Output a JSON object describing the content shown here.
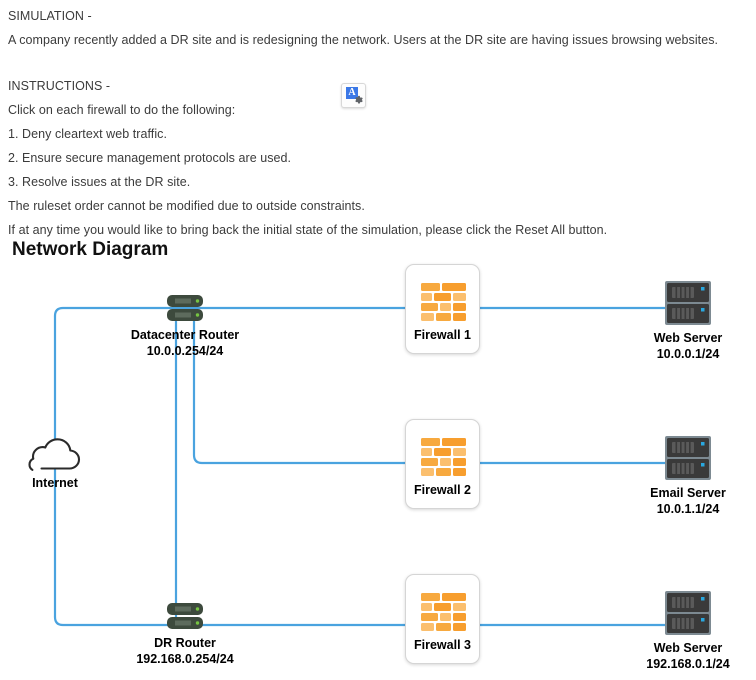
{
  "intro": {
    "simulation_heading": "SIMULATION -",
    "simulation_body": "A company recently added a DR site and is redesigning the network. Users at the DR site are having issues browsing websites.",
    "instructions_heading": "INSTRUCTIONS -",
    "instruction_lead": "Click on each firewall to do the following:",
    "steps": [
      "1. Deny cleartext web traffic.",
      "2. Ensure secure management protocols are used.",
      "3. Resolve issues at the DR site."
    ],
    "note_order": "The ruleset order cannot be modified due to outside constraints.",
    "note_reset": "If at any time you would like to bring back the initial state of the simulation, please click the Reset All button.",
    "language_icon": "translate-icon",
    "language_icon_letter": "A"
  },
  "diagram": {
    "title": "Network Diagram",
    "colors": {
      "wire": "#4aa3df",
      "brick": "#f5a23c",
      "brick_light": "#fbc26b",
      "server_body": "#3a3a3a",
      "led": "#29a8e0",
      "card_border": "#d5d5d5"
    },
    "nodes": {
      "internet": {
        "label": "Internet",
        "icon": "cloud-icon"
      },
      "datacenter_router": {
        "label": "Datacenter Router",
        "address": "10.0.0.254/24",
        "icon": "router-icon"
      },
      "dr_router": {
        "label": "DR Router",
        "address": "192.168.0.254/24",
        "icon": "router-icon"
      },
      "firewall1": {
        "label": "Firewall 1",
        "icon": "firewall-brick-icon"
      },
      "firewall2": {
        "label": "Firewall 2",
        "icon": "firewall-brick-icon"
      },
      "firewall3": {
        "label": "Firewall 3",
        "icon": "firewall-brick-icon"
      },
      "web_server_dc": {
        "label": "Web Server",
        "address": "10.0.0.1/24",
        "icon": "server-icon"
      },
      "email_server": {
        "label": "Email Server",
        "address": "10.0.1.1/24",
        "icon": "server-icon"
      },
      "web_server_dr": {
        "label": "Web Server",
        "address": "192.168.0.1/24",
        "icon": "server-icon"
      }
    }
  }
}
